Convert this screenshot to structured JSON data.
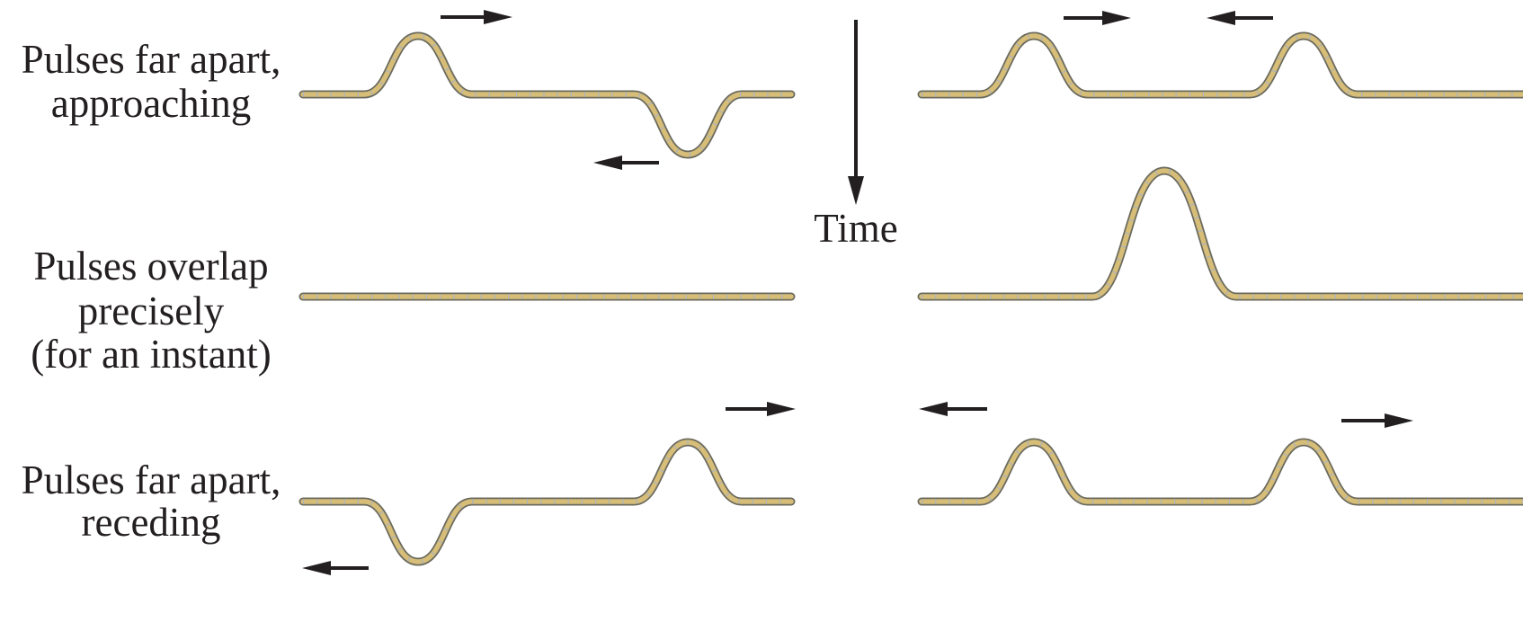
{
  "row_labels": {
    "approaching": [
      "Pulses far apart,",
      "approaching"
    ],
    "overlap": [
      "Pulses overlap",
      "precisely",
      "(for an instant)"
    ],
    "receding": [
      "Pulses far apart,",
      "receding"
    ]
  },
  "time_axis": {
    "label": "Time",
    "direction": "down"
  },
  "panels": {
    "left": {
      "approaching": {
        "pulses": [
          "up",
          "down"
        ],
        "arrows": [
          "right",
          "left"
        ]
      },
      "overlap": {
        "pulses": [],
        "note": "displacements cancel (flat)"
      },
      "receding": {
        "pulses": [
          "down",
          "up"
        ],
        "arrows": [
          "left",
          "right"
        ]
      }
    },
    "right": {
      "approaching": {
        "pulses": [
          "up",
          "up"
        ],
        "arrows": [
          "right",
          "left"
        ]
      },
      "overlap": {
        "pulses": [
          "up (double amplitude)"
        ]
      },
      "receding": {
        "pulses": [
          "up",
          "up"
        ],
        "arrows": [
          "left",
          "right"
        ]
      }
    }
  },
  "colors": {
    "rope": "#d6bd78",
    "rope_edge": "#6b6a5e",
    "rope_ticks": "#aab4c0",
    "ink": "#231f20"
  }
}
